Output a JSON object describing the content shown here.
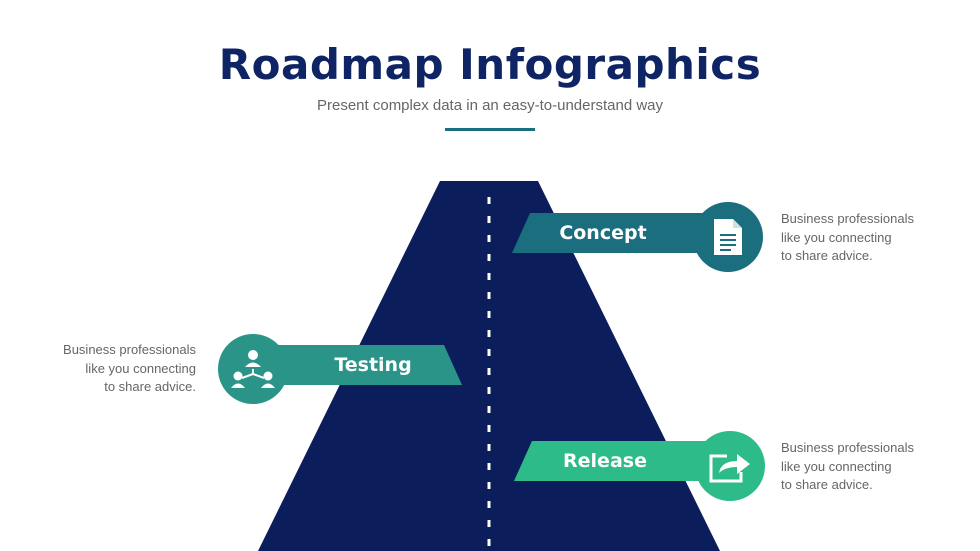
{
  "header": {
    "title": "Roadmap Infographics",
    "subtitle": "Present complex data in an easy-to-understand way"
  },
  "colors": {
    "title": "#0f2464",
    "road": "#0b1e5b",
    "concept": "#1a6e7e",
    "testing": "#2a9489",
    "release": "#2dbb8a",
    "text": "#666666"
  },
  "steps": [
    {
      "label": "Concept",
      "icon": "document-icon",
      "description": [
        "Business professionals",
        "like you connecting",
        "to share advice."
      ]
    },
    {
      "label": "Testing",
      "icon": "team-hierarchy-icon",
      "description": [
        "Business professionals",
        "like you connecting",
        "to share advice."
      ]
    },
    {
      "label": "Release",
      "icon": "share-arrow-icon",
      "description": [
        "Business professionals",
        "like you connecting",
        "to share advice."
      ]
    }
  ]
}
